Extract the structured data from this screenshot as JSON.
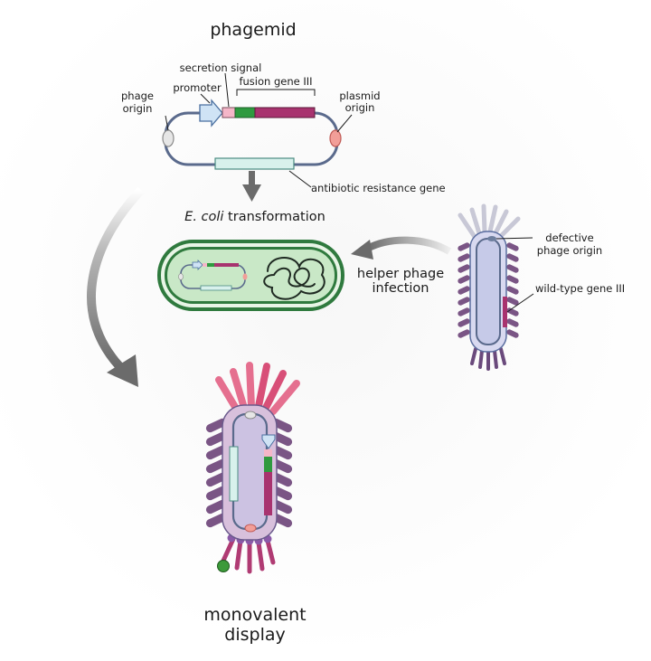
{
  "title": "phagemid",
  "labels": {
    "phage_origin_line1": "phage",
    "phage_origin_line2": "origin",
    "promoter": "promoter",
    "secretion_signal": "secretion signal",
    "fusion_gene": "fusion gene III",
    "plasmid_origin_line1": "plasmid",
    "plasmid_origin_line2": "origin",
    "antibiotic_resistance": "antibiotic resistance gene",
    "transformation_italic": "E. coli",
    "transformation_rest": " transformation",
    "helper_line1": "helper phage",
    "helper_line2": "infection",
    "defective_line1": "defective",
    "defective_line2": "phage origin",
    "wild_type": "wild-type gene III",
    "result_line1": "monovalent",
    "result_line2": "display"
  },
  "colors": {
    "backbone": "#5a6a8c",
    "promoter": "#cfe3f5",
    "secretion": "#f4b6c8",
    "fusion_green": "#2e9a3f",
    "fusion_magenta": "#a8336f",
    "plasmid_origin": "#f29e98",
    "phage_origin": "#e6e6e6",
    "antibiotic": "#d8f1ec",
    "ecoli_outer": "#2f7a3e",
    "ecoli_inner": "#c9e8c7",
    "arrow": "#6b6b6b",
    "coat": "#7a5585",
    "phage_fill": "#d8d9f0",
    "phage_inner": "#c6cae8",
    "display_fill": "#d8c0dc",
    "pIII_light": "#c8c8d6",
    "pIII_pink": "#e56f8f",
    "display_protein": "#3c9a3a"
  }
}
